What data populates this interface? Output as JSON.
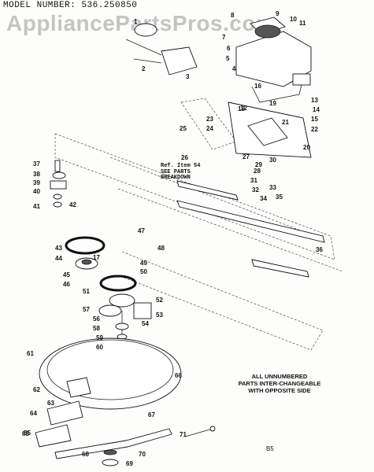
{
  "header": {
    "model_label": "MODEL NUMBER:",
    "model_number": "536.250850"
  },
  "watermark": "AppliancePartsPros.com",
  "reference": {
    "line1": "Ref. Item 54",
    "line2": "SEE PARTS",
    "line3": "BREAKDOWN"
  },
  "note": {
    "line1": "ALL UNNUMBERED",
    "line2": "PARTS INTER-CHANGEABLE",
    "line3": "WITH OPPOSITE SIDE"
  },
  "page_code": "B5",
  "callout_numbers": [
    "1",
    "2",
    "3",
    "4",
    "5",
    "6",
    "7",
    "8",
    "9",
    "10",
    "11",
    "12",
    "13",
    "14",
    "15",
    "16",
    "17",
    "18",
    "19",
    "20",
    "21",
    "22",
    "23",
    "24",
    "25",
    "26",
    "27",
    "28",
    "29",
    "30",
    "31",
    "32",
    "33",
    "34",
    "35",
    "36",
    "37",
    "38",
    "39",
    "40",
    "41",
    "42",
    "43",
    "44",
    "45",
    "46",
    "47",
    "48",
    "49",
    "50",
    "51",
    "52",
    "53",
    "54",
    "55",
    "56",
    "57",
    "58",
    "59",
    "60",
    "61",
    "62",
    "63",
    "64",
    "65",
    "66",
    "67",
    "68",
    "69",
    "70",
    "71"
  ]
}
